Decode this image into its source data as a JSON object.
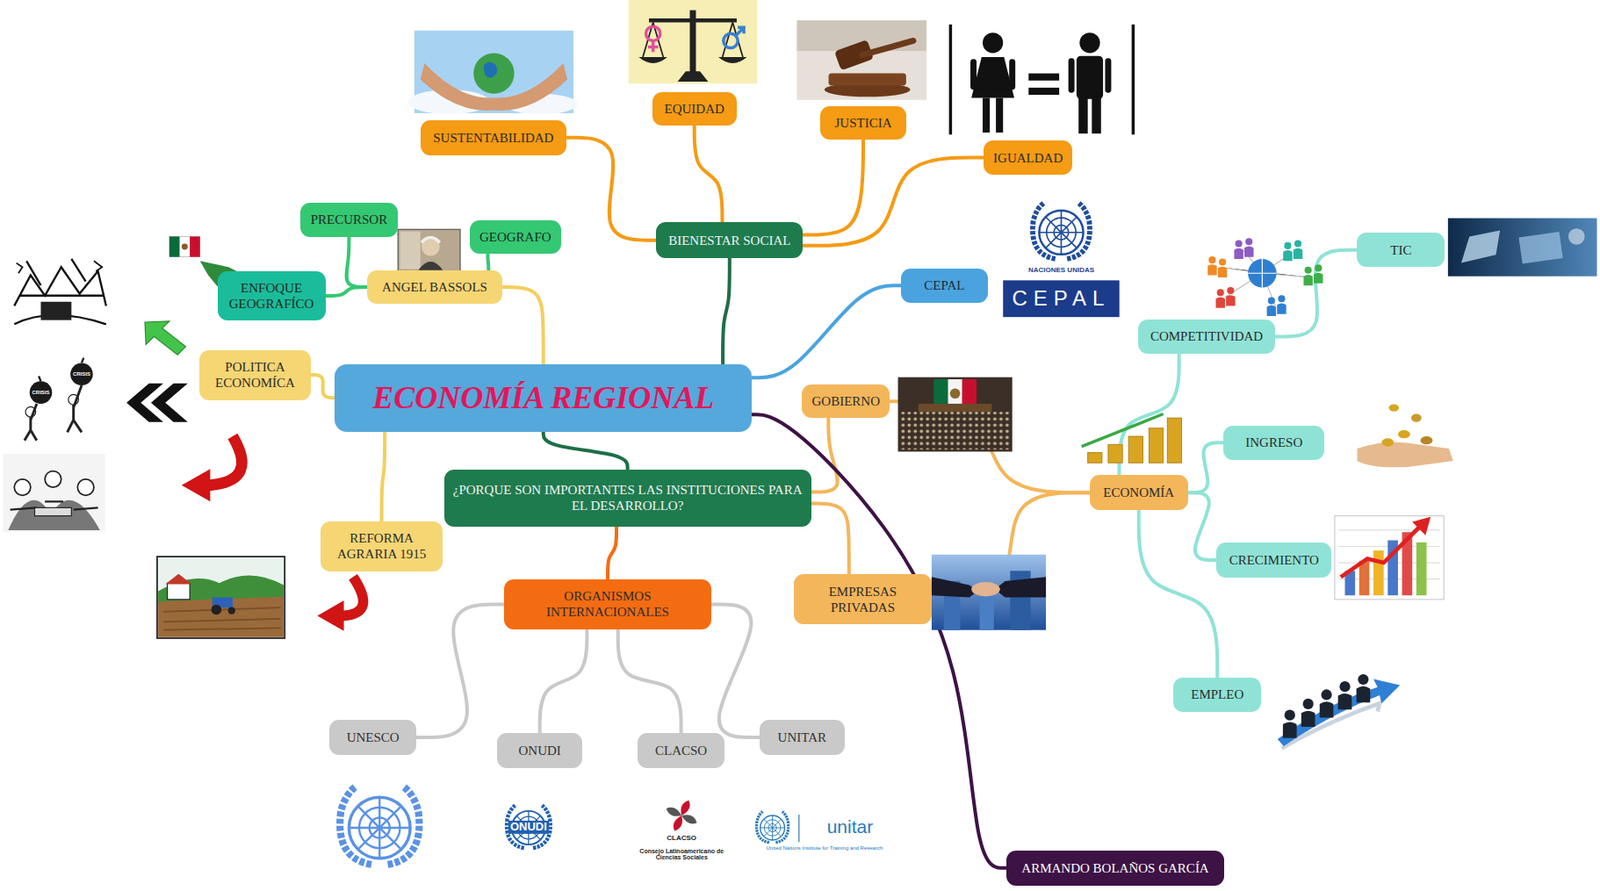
{
  "diagram": {
    "nodes": [
      {
        "text": [
          "ECONOMÍA REGIONAL"
        ]
      },
      {
        "text": [
          "BIENESTAR SOCIAL"
        ]
      },
      {
        "text": [
          "SUSTENTABILIDAD"
        ]
      },
      {
        "text": [
          "EQUIDAD"
        ]
      },
      {
        "text": [
          "JUSTICIA"
        ]
      },
      {
        "text": [
          "IGUALDAD"
        ]
      },
      {
        "text": [
          "ANGEL BASSOLS"
        ]
      },
      {
        "text": [
          "PRECURSOR"
        ]
      },
      {
        "text": [
          "GEOGRAFO"
        ]
      },
      {
        "text": [
          "ENFOQUE GEOGRAFÍCO"
        ]
      },
      {
        "text": [
          "POLITICA ECONOMÍCA"
        ]
      },
      {
        "text": [
          "REFORMA AGRARIA 1915"
        ]
      },
      {
        "text": [
          "CEPAL"
        ]
      },
      {
        "text": [
          "GOBIERNO"
        ]
      },
      {
        "text": [
          "¿PORQUE SON IMPORTANTES LAS INSTITUCIONES PARA EL DESARROLLO?"
        ]
      },
      {
        "text": [
          "EMPRESAS PRIVADAS"
        ]
      },
      {
        "text": [
          "ORGANISMOS INTERNACIONALES"
        ]
      },
      {
        "text": [
          "UNESCO"
        ]
      },
      {
        "text": [
          "ONUDI"
        ]
      },
      {
        "text": [
          "CLACSO"
        ]
      },
      {
        "text": [
          "UNITAR"
        ]
      },
      {
        "text": [
          "ECONOMÍA"
        ]
      },
      {
        "text": [
          "COMPETITIVIDAD"
        ]
      },
      {
        "text": [
          "TIC"
        ]
      },
      {
        "text": [
          "INGRESO"
        ]
      },
      {
        "text": [
          "CRECIMIENTO"
        ]
      },
      {
        "text": [
          "EMPLEO"
        ]
      },
      {
        "text": [
          "ARMANDO BOLAÑOS GARCÍA"
        ]
      }
    ],
    "edges": [
      {
        "from": 0,
        "to": 1,
        "arrow": "none"
      },
      {
        "from": 1,
        "to": 2,
        "arrow": "none"
      },
      {
        "from": 1,
        "to": 3,
        "arrow": "none"
      },
      {
        "from": 1,
        "to": 4,
        "arrow": "none"
      },
      {
        "from": 1,
        "to": 5,
        "arrow": "none"
      },
      {
        "from": 0,
        "to": 6,
        "arrow": "none"
      },
      {
        "from": 6,
        "to": 7,
        "arrow": "none"
      },
      {
        "from": 6,
        "to": 8,
        "arrow": "none"
      },
      {
        "from": 6,
        "to": 9,
        "arrow": "none"
      },
      {
        "from": 0,
        "to": 10,
        "arrow": "none"
      },
      {
        "from": 0,
        "to": 11,
        "arrow": "none"
      },
      {
        "from": 0,
        "to": 12,
        "arrow": "none"
      },
      {
        "from": 0,
        "to": 14,
        "arrow": "none"
      },
      {
        "from": 14,
        "to": 13,
        "arrow": "none"
      },
      {
        "from": 14,
        "to": 15,
        "arrow": "none"
      },
      {
        "from": 14,
        "to": 16,
        "arrow": "none"
      },
      {
        "from": 16,
        "to": 17,
        "arrow": "none"
      },
      {
        "from": 16,
        "to": 18,
        "arrow": "none"
      },
      {
        "from": 16,
        "to": 19,
        "arrow": "none"
      },
      {
        "from": 16,
        "to": 20,
        "arrow": "none"
      },
      {
        "from": 13,
        "to": 21,
        "arrow": "none"
      },
      {
        "from": 15,
        "to": 21,
        "arrow": "none"
      },
      {
        "from": 21,
        "to": 22,
        "arrow": "none"
      },
      {
        "from": 22,
        "to": 23,
        "arrow": "none"
      },
      {
        "from": 21,
        "to": 24,
        "arrow": "none"
      },
      {
        "from": 21,
        "to": 25,
        "arrow": "none"
      },
      {
        "from": 21,
        "to": 26,
        "arrow": "none"
      },
      {
        "from": 0,
        "to": 27,
        "arrow": "none"
      }
    ],
    "labels": [
      "NACIONES UNIDAS",
      "CEPAL",
      "CRISIS",
      "CRISIS",
      "ONUDI",
      "CLACSO",
      "Consejo Latinoamericano de Ciencias Sociales",
      "unitar",
      "United Nations Institute for Training and Research"
    ]
  }
}
